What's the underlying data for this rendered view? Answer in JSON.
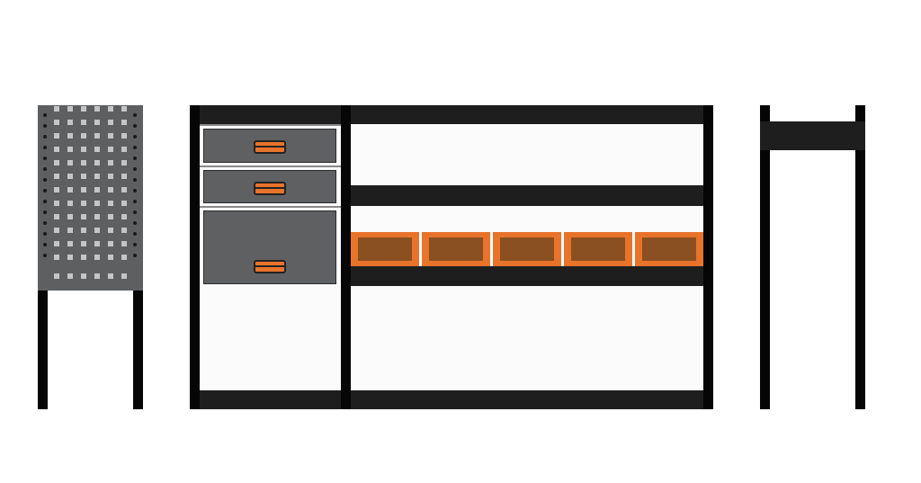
{
  "illustration": {
    "components": [
      "pegboard-panel",
      "shelving-unit-with-drawers",
      "roof-rack-frame"
    ],
    "colors": {
      "frame": "#060606",
      "panel": "#5d5f61",
      "accent": "#e8732b",
      "bin_inner": "#8a5022"
    },
    "drawer_count": 3,
    "bin_count": 5
  }
}
